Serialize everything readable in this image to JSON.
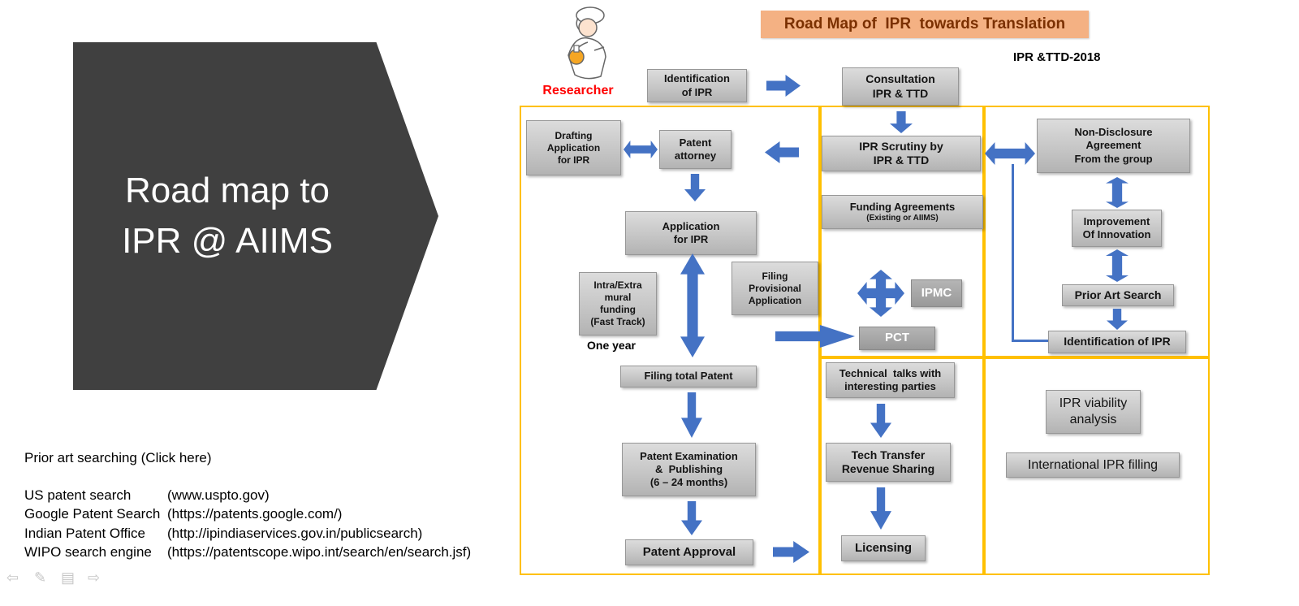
{
  "title_block": {
    "line1": "Road map to",
    "line2": "IPR @ AIIMS"
  },
  "banner": {
    "text": "Road Map of  IPR  towards Translation"
  },
  "subtitle": "IPR &TTD-2018",
  "researcher": {
    "label": "Researcher"
  },
  "prior_art": {
    "heading": "Prior art searching ",
    "click_here": "(Click here)",
    "links": [
      {
        "name": "US patent search",
        "url": "(www.uspto.gov)"
      },
      {
        "name": "Google Patent Search",
        "url": "(https://patents.google.com/)"
      },
      {
        "name": "Indian Patent Office",
        "url": "(http://ipindiaservices.gov.in/publicsearch)"
      },
      {
        "name": "WIPO search engine",
        "url": "(https://patentscope.wipo.int/search/en/search.jsf)"
      }
    ]
  },
  "boxes": {
    "identification": "Identification\nof IPR",
    "consultation": "Consultation\nIPR & TTD",
    "scrutiny": "IPR Scrutiny by\nIPR & TTD",
    "funding_agreements": "Funding Agreements",
    "funding_agreements_sub": "(Existing or AIIMS)",
    "drafting": "Drafting\nApplication\nfor IPR",
    "patent_attorney": "Patent\nattorney",
    "application_ipr": "Application\nfor IPR",
    "mural_funding": "Intra/Extra\nmural\nfunding\n(Fast Track)",
    "one_year": "One year",
    "filing_provisional": "Filing\nProvisional\nApplication",
    "ipmc": "IPMC",
    "pct": "PCT",
    "filing_total": "Filing total Patent",
    "patent_exam": "Patent Examination\n&  Publishing\n(6 – 24 months)",
    "patent_approval": "Patent Approval",
    "technical_talks": "Technical  talks with\ninteresting parties",
    "tech_transfer": "Tech Transfer\nRevenue Sharing",
    "licensing": "Licensing",
    "nda": "Non-Disclosure\nAgreement\nFrom the group",
    "improvement": "Improvement\nOf Innovation",
    "prior_art_search": "Prior Art Search",
    "identification2": "Identification of IPR",
    "ipr_viability": "IPR viability\nanalysis",
    "intl_filing": "International IPR filling"
  },
  "controls": {
    "prev": "⇦",
    "pen": "✎",
    "grid": "▤",
    "next": "⇨"
  },
  "colors": {
    "arrow_blue": "#4472C4",
    "panel_yellow": "#FFC000",
    "banner_bg": "#F4B183",
    "banner_text": "#7B3000",
    "chevron_gray": "#404040",
    "box_gray": "#C6C6C6",
    "dark_box_gray": "#A6A6A6",
    "researcher_red": "#FF0000"
  }
}
